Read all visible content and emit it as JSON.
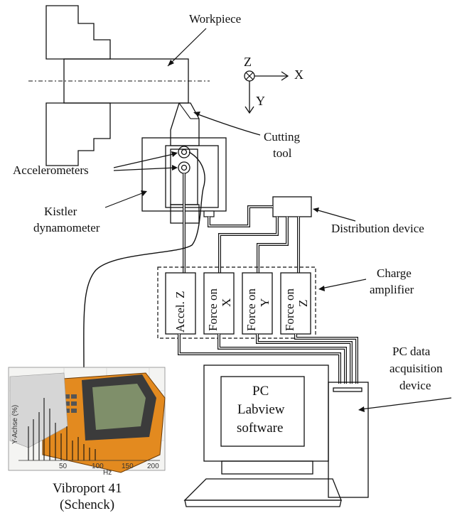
{
  "labels": {
    "workpiece": "Workpiece",
    "cutting_tool_line1": "Cutting",
    "cutting_tool_line2": "tool",
    "accelerometers": "Accelerometers",
    "kistler_line1": "Kistler",
    "kistler_line2": "dynamometer",
    "distribution_device": "Distribution device",
    "charge_amp_line1": "Charge",
    "charge_amp_line2": "amplifier",
    "pc_daq_line1": "PC data",
    "pc_daq_line2": "acquisition",
    "pc_daq_line3": "device",
    "pc_screen_line1": "PC",
    "pc_screen_line2": "Labview",
    "pc_screen_line3": "software",
    "vibroport_line1": "Vibroport 41",
    "vibroport_line2": "(Schenck)"
  },
  "axes": {
    "z": "Z",
    "x": "X",
    "y": "Y"
  },
  "amplifier_channels": [
    {
      "line1": "Accel. Z",
      "line2": ""
    },
    {
      "line1": "Force on",
      "line2": "X"
    },
    {
      "line1": "Force on",
      "line2": "Y"
    },
    {
      "line1": "Force on",
      "line2": "Z"
    }
  ],
  "vibroport_photo": {
    "ticks": [
      "50",
      "100",
      "150",
      "200"
    ],
    "unit": "Hz",
    "y_label": "Y-Achse (%)"
  }
}
